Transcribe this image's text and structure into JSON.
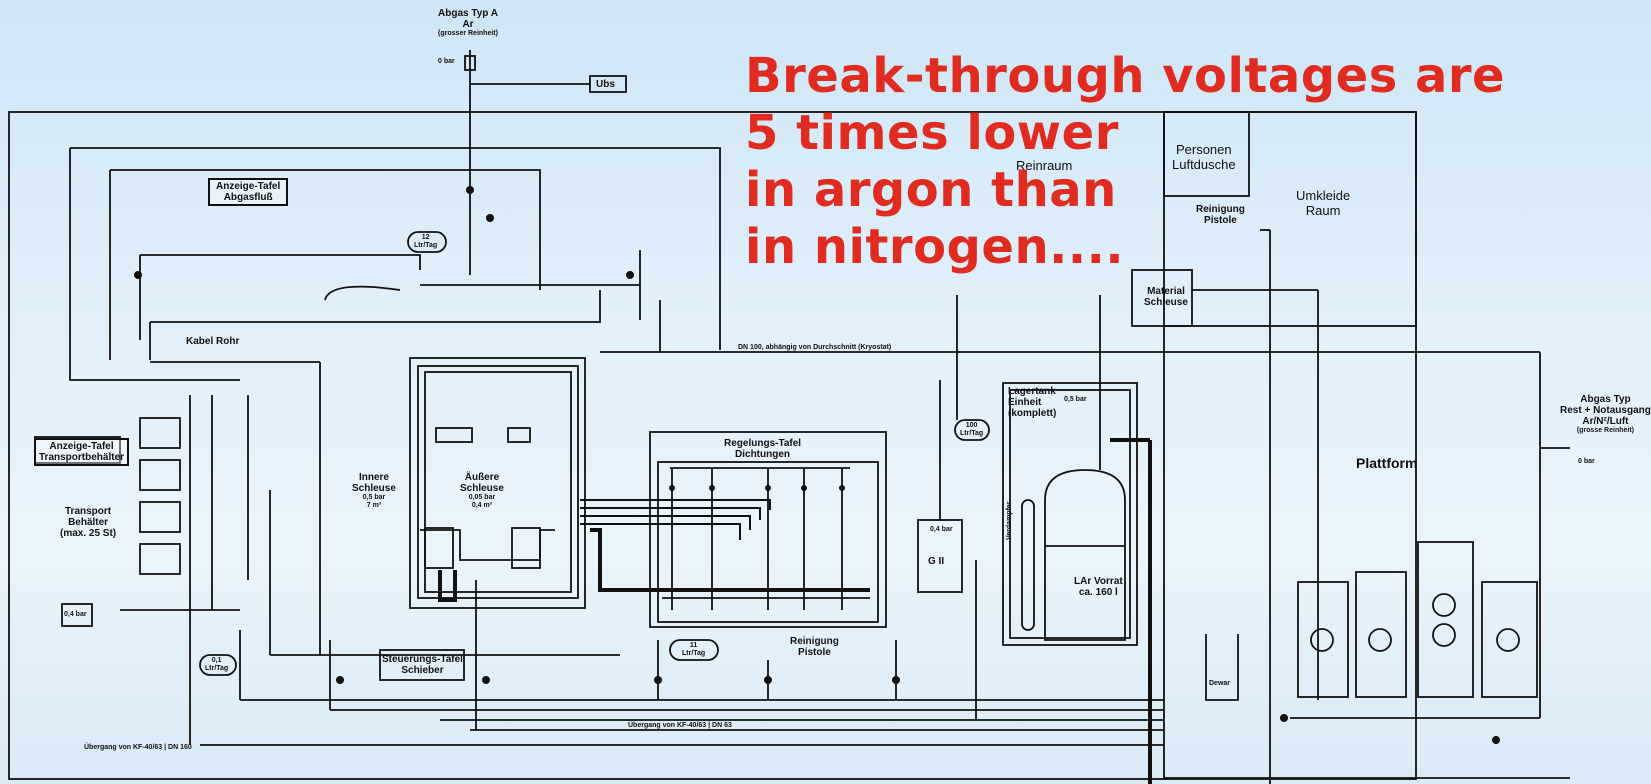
{
  "headline": {
    "lines": [
      "Break-through voltages are",
      "5 times lower",
      "in argon than",
      "in nitrogen...."
    ],
    "color": "#e02b20"
  },
  "labels": {
    "exhaust_a": [
      "Abgas Typ A",
      "Ar",
      "(grosser Reinheit)"
    ],
    "exhaust_a_pressure": "0 bar",
    "ubs_box": "Ubs",
    "display_panel_exhaust": [
      "Anzeige-Tafel",
      "Abgasfluß"
    ],
    "display_panel_transport": [
      "Anzeige-Tafel",
      "Transportbehälter"
    ],
    "transport_containers": [
      "Transport",
      "Behälter",
      "(max. 25 St)"
    ],
    "cable_pipe": "Kabel Rohr",
    "inner_lock": [
      "Innere",
      "Schleuse",
      "0,5 bar",
      "7 m³"
    ],
    "outer_lock": [
      "Äußere",
      "Schleuse",
      "0,05 bar",
      "0,4 m³"
    ],
    "control_panel_gates": [
      "Steuerungs-Tafel",
      "Schieber"
    ],
    "regulation_panel": [
      "Regelungs-Tafel",
      "Dichtungen"
    ],
    "cleaning_pistol": [
      "Reinigung",
      "Pistole"
    ],
    "cleaning_pistol_top": [
      "Reinigung",
      "Pistole"
    ],
    "clean_room": "Reinraum",
    "person_air_shower": [
      "Personen",
      "Luftdusche"
    ],
    "changing_room": [
      "Umkleide",
      "Raum"
    ],
    "material_lock": [
      "Material",
      "Schleuse"
    ],
    "platform": "Plattform",
    "storage_tank": [
      "Lagertank",
      "Einheit",
      "(komplett)"
    ],
    "lar_supply": [
      "LAr Vorrat",
      "ca. 160 l"
    ],
    "exhaust_type_rest": [
      "Abgas Typ",
      "Rest + Notausgang",
      "Ar/N²/Luft",
      "(grosse Reinheit)"
    ],
    "exhaust_rest_pressure": "0 bar",
    "gii": "G II",
    "dewar": "Dewar",
    "flow_12": [
      "12",
      "Ltr/Tag"
    ],
    "flow_11": [
      "11",
      "Ltr/Tag"
    ],
    "flow_0_1": [
      "0,1",
      "Ltr/Tag"
    ],
    "flow_100": [
      "100",
      "Ltr/Tag"
    ],
    "pressure_0_4": "0,4 bar",
    "pressure_0_5": "0,5 bar",
    "bottle_labels": [
      "0,4 bar"
    ],
    "transfer_note": "Übergang von KF-40/63 | DN 160",
    "transfer_note_2": "Übergang von KF-40/63 | DN 63",
    "pipe_note": "DN 100, abhängig von Durchschnitt (Kryostat)",
    "evaporator": "Verdampfer"
  }
}
